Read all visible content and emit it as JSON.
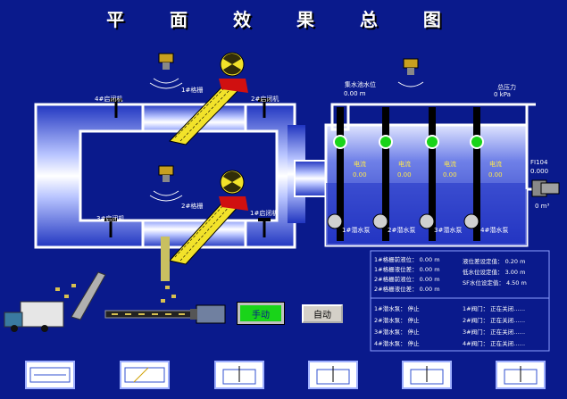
{
  "title": "平 面 效 果 总 图",
  "labels": {
    "hoist4": "4#启闭机",
    "hoist2": "2#启闭机",
    "hoist3": "3#启闭机",
    "hoist1": "1#启闭机",
    "grille1": "1#格栅",
    "grille2": "2#格栅",
    "pool_level": "集水池水位",
    "pool_level_value": "0.00  m",
    "total_pressure": "总压力",
    "total_pressure_value": "0    kPa",
    "flow_tag": "FI104",
    "flow_value": "0.000",
    "flow_unit": "0  m³",
    "current_label": "电流",
    "pumps": [
      {
        "name": "1#潜水泵",
        "current": "0.00"
      },
      {
        "name": "2#潜水泵",
        "current": "0.00"
      },
      {
        "name": "3#潜水泵",
        "current": "0.00"
      },
      {
        "name": "4#潜水泵",
        "current": "0.00"
      }
    ]
  },
  "buttons": {
    "manual": "手动",
    "auto": "自动"
  },
  "levels": [
    {
      "label": "1#格栅前液位：",
      "value": "0.00",
      "unit": "m"
    },
    {
      "label": "1#格栅液位差：",
      "value": "0.00",
      "unit": "m"
    },
    {
      "label": "2#格栅前液位：",
      "value": "0.00",
      "unit": "m"
    },
    {
      "label": "2#格栅液位差：",
      "value": "0.00",
      "unit": "m"
    }
  ],
  "setpoints": [
    {
      "label": "液位差设定值：",
      "value": "0.20",
      "unit": "m"
    },
    {
      "label": "低水位设定值：",
      "value": "3.00",
      "unit": "m"
    },
    {
      "label": "SF水位设定值：",
      "value": "4.50",
      "unit": "m"
    }
  ],
  "pump_status": [
    {
      "label": "1#潜水泵：",
      "value": "停止"
    },
    {
      "label": "2#潜水泵：",
      "value": "停止"
    },
    {
      "label": "3#潜水泵：",
      "value": "停止"
    },
    {
      "label": "4#潜水泵：",
      "value": "停止"
    }
  ],
  "valve_status": [
    {
      "label": "1#阀门：",
      "value": "正在关闭……"
    },
    {
      "label": "2#阀门：",
      "value": "正在关闭……"
    },
    {
      "label": "3#阀门：",
      "value": "正在关闭……"
    },
    {
      "label": "4#阀门：",
      "value": "正在关闭……"
    }
  ],
  "colors": {
    "background": "#0a1a8c",
    "channel": "#3a4fd0",
    "pipe": "#ffffff",
    "grille": "#f2e22a",
    "valve": "#19d419",
    "manual_btn": "#19d419"
  }
}
